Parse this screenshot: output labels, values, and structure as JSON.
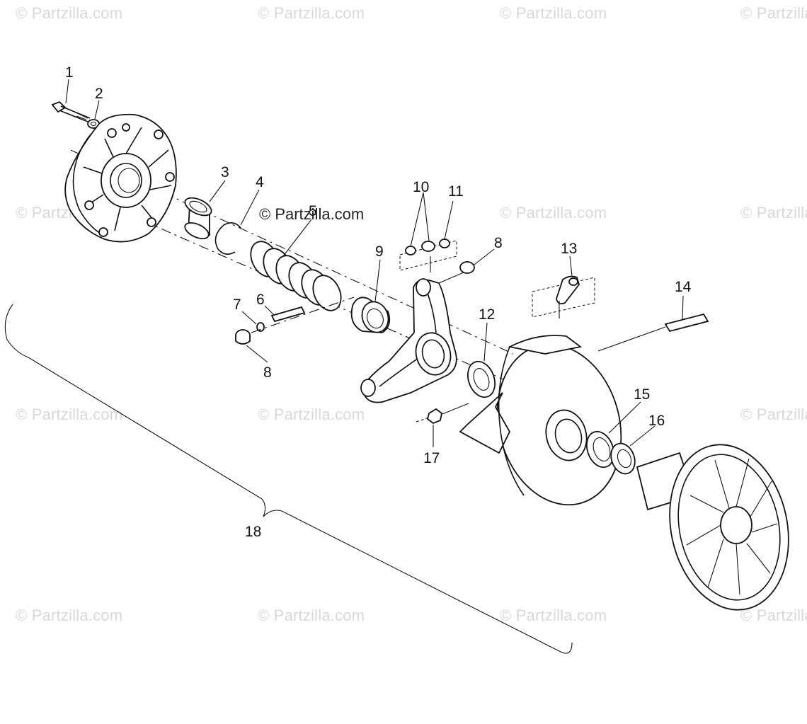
{
  "watermark_text": "© Partzilla.com",
  "center_watermark": "© Partzilla.com",
  "callouts": {
    "c1": "1",
    "c2": "2",
    "c3": "3",
    "c4": "4",
    "c5": "5",
    "c6": "6",
    "c7": "7",
    "c8a": "8",
    "c8b": "8",
    "c9": "9",
    "c10": "10",
    "c11": "11",
    "c12": "12",
    "c13": "13",
    "c14": "14",
    "c15": "15",
    "c16": "16",
    "c17": "17",
    "c18": "18"
  }
}
